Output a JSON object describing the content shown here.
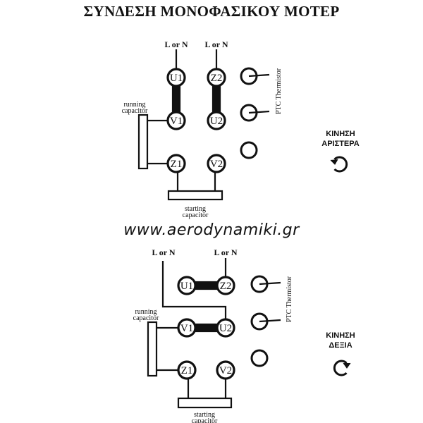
{
  "title": "ΣΥΝΔΕΣΗ ΜΟΝΟΦΑΣΙΚΟΥ ΜΟΤΕΡ",
  "website": "www.aerodynamiki.gr",
  "labels": {
    "line": "L or N",
    "running_cap": [
      "running",
      "capacitor"
    ],
    "starting_cap": [
      "starting",
      "capacitor"
    ],
    "thermistor": "PTC Thermistor"
  },
  "terminals": {
    "U1": "U1",
    "Z2": "Z2",
    "V1": "V1",
    "U2": "U2",
    "Z1": "Z1",
    "V2": "V2"
  },
  "diagrams": [
    {
      "direction": [
        "ΚΙΝΗΣΗ",
        "ΑΡΙΣΤΕΡΑ"
      ],
      "rotation_icon": "counterclockwise-arrow"
    },
    {
      "direction": [
        "ΚΙΝΗΣΗ",
        "ΔΕΞΙΑ"
      ],
      "rotation_icon": "clockwise-arrow"
    }
  ]
}
